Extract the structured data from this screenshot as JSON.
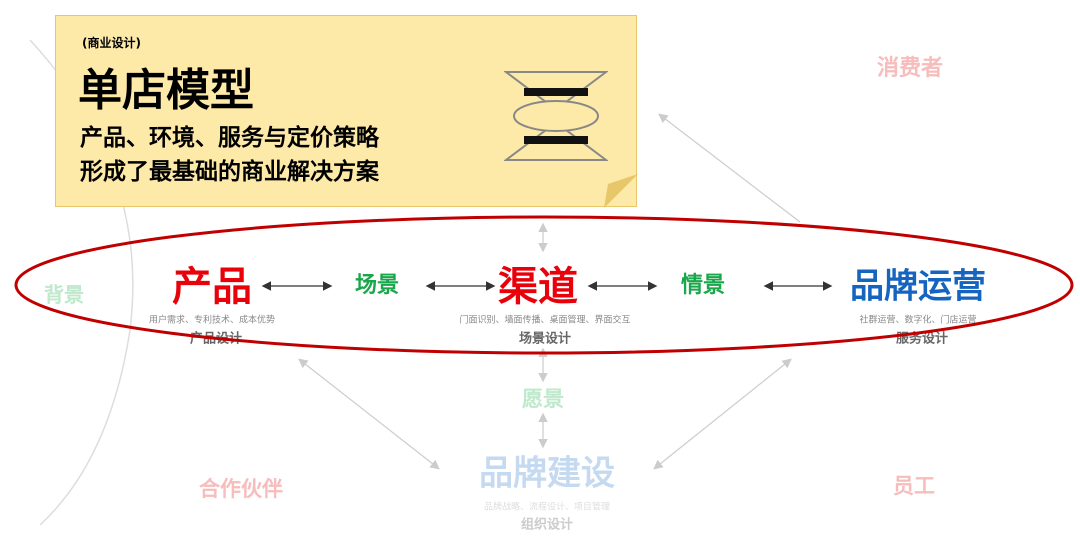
{
  "note": {
    "tag": "(商业设计)",
    "title": "单店模型",
    "line1": "产品、环境、服务与定价策略",
    "line2": "形成了最基础的商业解决方案",
    "icon": "hourglass-icon"
  },
  "outer": {
    "consumer": "消费者",
    "background": "背景",
    "vision": "愿景",
    "partner": "合作伙伴",
    "staff": "员工"
  },
  "chain": {
    "product": {
      "title": "产品",
      "sub": "用户需求、专利技术、成本优势",
      "label": "产品设计"
    },
    "scene": "场景",
    "channel": {
      "title": "渠道",
      "sub": "门面识别、墙面传播、桌面管理、界面交互",
      "label": "场景设计"
    },
    "situation": "情景",
    "brand_ops": {
      "title": "品牌运营",
      "sub": "社群运营、数字化、门店运营",
      "label": "服务设计"
    }
  },
  "brand_building": {
    "title": "品牌建设",
    "sub": "品牌战略、流程设计、项目管理",
    "label": "组织设计"
  },
  "colors": {
    "red": "#e8000b",
    "green": "#1aa64a",
    "blue": "#1565c0",
    "ellipse": "#c00000",
    "note": "#fde9a8"
  }
}
